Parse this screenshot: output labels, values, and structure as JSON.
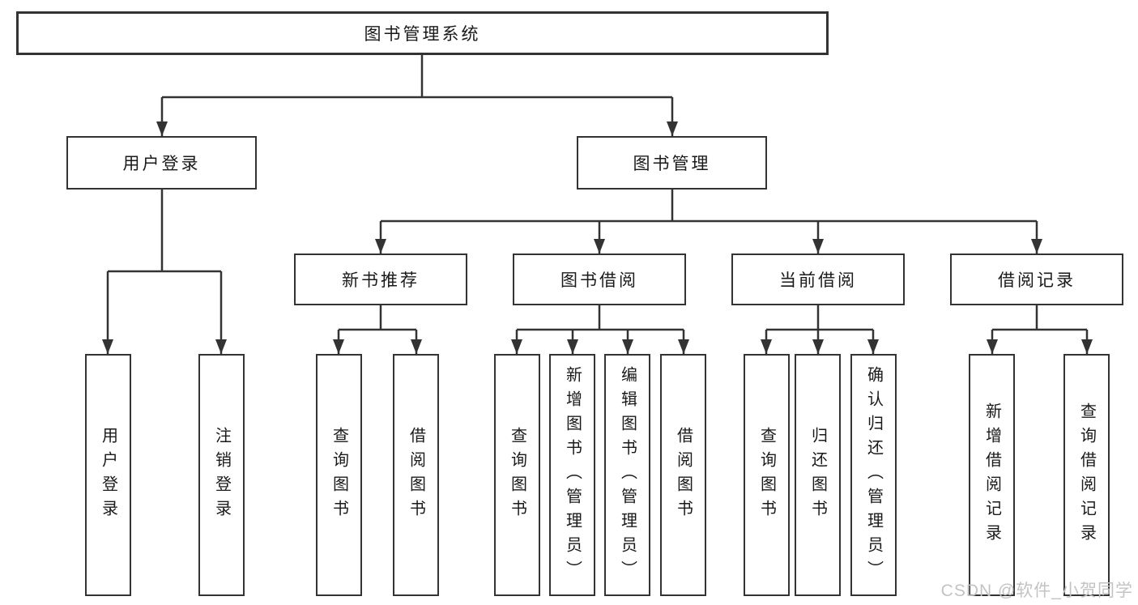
{
  "title": "图书管理系统",
  "colors": {
    "line": "#333333",
    "box_border": "#333333",
    "box_fill": "#ffffff",
    "text": "#1a1a1a",
    "watermark": "#c3c3c3",
    "background": "#ffffff"
  },
  "watermark": {
    "text": "CSDN @软件_小贺同学"
  },
  "tree": {
    "root": "图书管理系统",
    "children": [
      {
        "label": "用户登录",
        "children": [
          {
            "label": "用户登录"
          },
          {
            "label": "注销登录"
          }
        ]
      },
      {
        "label": "图书管理",
        "children": [
          {
            "label": "新书推荐",
            "children": [
              {
                "label": "查询图书"
              },
              {
                "label": "借阅图书"
              }
            ]
          },
          {
            "label": "图书借阅",
            "children": [
              {
                "label": "查询图书"
              },
              {
                "label": "新增图书（管理员）"
              },
              {
                "label": "编辑图书（管理员）"
              },
              {
                "label": "借阅图书"
              }
            ]
          },
          {
            "label": "当前借阅",
            "children": [
              {
                "label": "查询图书"
              },
              {
                "label": "归还图书"
              },
              {
                "label": "确认归还（管理员）"
              }
            ]
          },
          {
            "label": "借阅记录",
            "children": [
              {
                "label": "新增借阅记录"
              },
              {
                "label": "查询借阅记录"
              }
            ]
          }
        ]
      }
    ]
  }
}
